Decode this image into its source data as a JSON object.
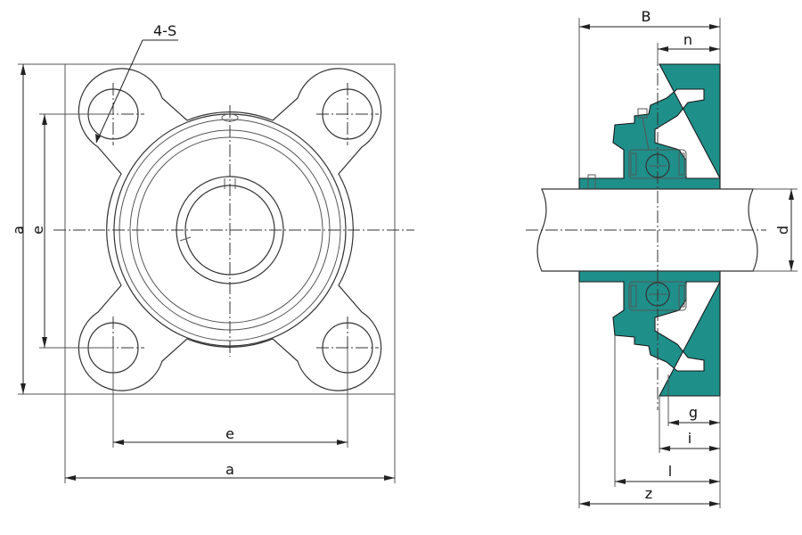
{
  "labels": {
    "s": "4-S",
    "a_left": "a",
    "e_left": "e",
    "e_bottom": "e",
    "a_bottom": "a",
    "B": "B",
    "n": "n",
    "d": "d",
    "g": "g",
    "i": "i",
    "l": "l",
    "z": "z"
  },
  "colors": {
    "housing": "#1f8f8a",
    "line": "#333333"
  }
}
